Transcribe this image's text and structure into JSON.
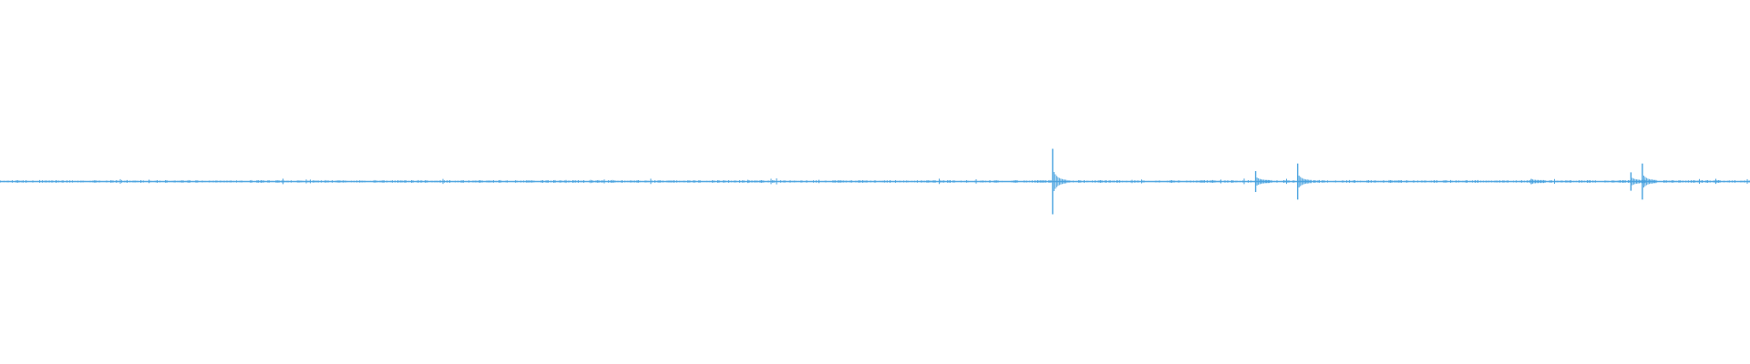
{
  "waveform": {
    "color": "#4aa3df",
    "background": "#ffffff",
    "baseline_amplitude": 0.02,
    "transients": [
      {
        "position": 0.6015,
        "amplitude": 1.0
      },
      {
        "position": 0.7175,
        "amplitude": 0.32
      },
      {
        "position": 0.7415,
        "amplitude": 0.55
      },
      {
        "position": 0.875,
        "amplitude": 0.08
      },
      {
        "position": 0.932,
        "amplitude": 0.28
      },
      {
        "position": 0.9385,
        "amplitude": 0.55
      }
    ]
  }
}
